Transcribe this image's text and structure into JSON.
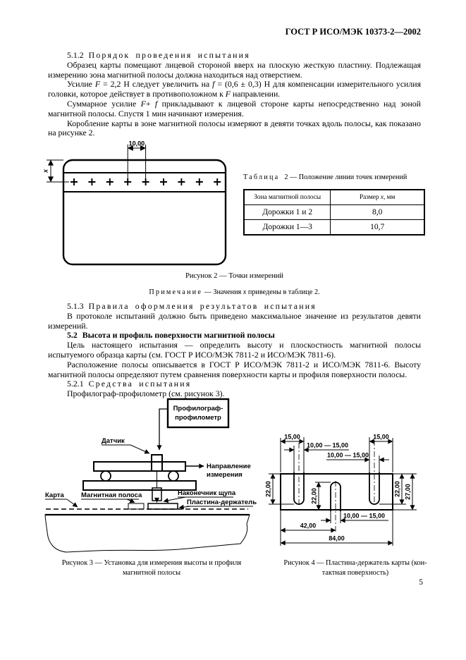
{
  "header": {
    "doc_code": "ГОСТ Р ИСО/МЭК 10373-2—2002"
  },
  "page": {
    "number": "5"
  },
  "s512": {
    "num": "5.1.2",
    "title": "Порядок проведения испытания",
    "p1": "Образец карты помещают лицевой стороной вверх на плоскую жесткую пластину. Подлежащая измерению зона магнитной полосы должна находиться над отверстием.",
    "p2": {
      "a": "Усилие ",
      "f1": "F",
      "b": " = 2,2 Н следует увеличить на ",
      "f2": "f",
      "c": " = (0,6 ± 0,3) Н для компенсации измерительного усилия головки, которое действует в противоположном к ",
      "f3": "F",
      "d": " направлении."
    },
    "p3": {
      "a": "Суммарное усилие ",
      "f1": "F",
      "b": "+ ",
      "f2": "f",
      "c": " прикладывают к лицевой стороне карты непосредственно над зоной магнитной полосы. Спустя 1 мин начинают измерения."
    },
    "p4": "Коробление карты в зоне магнитной полосы измеряют в девяти точках вдоль полосы, как показано на рисунке 2."
  },
  "figure2": {
    "dim10": "10,00",
    "dimx": "x",
    "caption": "Рисунок 2 — Точки измерений"
  },
  "table2": {
    "label": "Таблица",
    "num": "2",
    "title": "— Положение линии точек измерений",
    "col1": "Зона магнитной полосы",
    "col2": {
      "a": "Размер ",
      "x": "x",
      "b": ", мм"
    },
    "rows": [
      [
        "Дорожки 1 и 2",
        "8,0"
      ],
      [
        "Дорожки 1—3",
        "10,7"
      ]
    ]
  },
  "note": {
    "word": "Примечание",
    "a": " — Значения ",
    "x": "x",
    "b": " приведены в таблице 2."
  },
  "s513": {
    "num": "5.1.3",
    "title": "Правила оформления результатов испытания",
    "p1": "В протоколе испытаний должно быть приведено максимальное значение из результатов девяти измерений."
  },
  "s52": {
    "num": "5.2",
    "title": "Высота и профиль поверхности магнитной полосы",
    "p1": "Цель настоящего испытания — определить высоту и плоскостность магнитной полосы испытуемого образца карты (см.  ГОСТ Р ИСО/МЭК 7811-2 и ИСО/МЭК 7811-6).",
    "p2": "Расположение полосы описывается в ГОСТ Р ИСО/МЭК 7811-2 и ИСО/МЭК 7811-6. Высоту магнитной полосы определяют путем сравнения поверхности карты и профиля поверхности полосы."
  },
  "s521": {
    "num": "5.2.1",
    "title": "Средства испытания",
    "p1": "Профилограф-профилометр (см. рисунок 3)."
  },
  "figure3": {
    "device1": "Профилограф-",
    "device2": "профилометр",
    "sensor": "Датчик",
    "dir1": "Направление",
    "dir2": "измерения",
    "card": "Карта",
    "stripe": "Магнитная полоса",
    "tip": "Наконечник щупа",
    "plate": "Пластина-держатель",
    "caption": [
      "Рисунок 3 — Установка для измерения высоты и профиля",
      "магнитной полосы"
    ]
  },
  "figure4": {
    "d15": "15,00",
    "d1015": "10,00 — 15,00",
    "d22": "22,00",
    "d27": "27,00",
    "d42": "42,00",
    "d84": "84,00",
    "caption": [
      "Рисунок 4 — Пластина-держатель карты (кон-",
      "тактная поверхность)"
    ]
  }
}
